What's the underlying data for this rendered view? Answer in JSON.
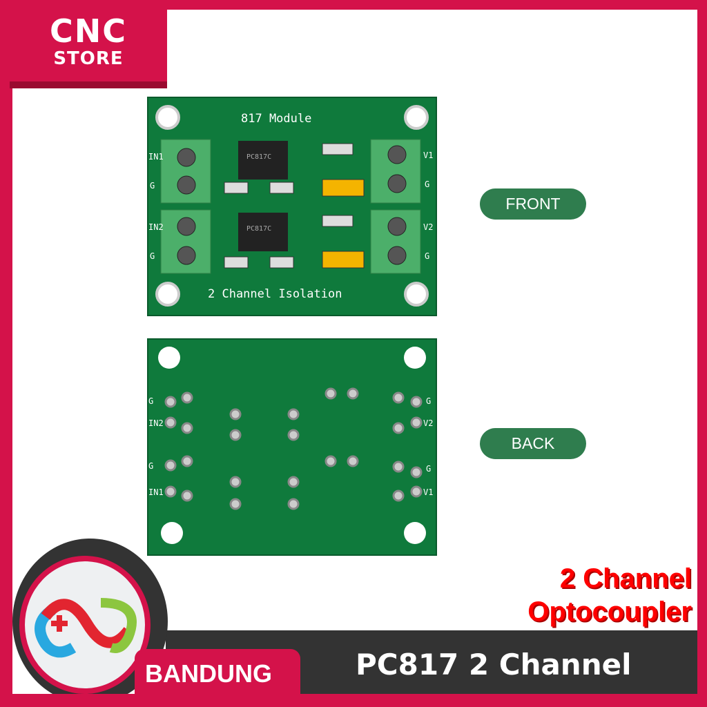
{
  "brand": {
    "line1": "CNC",
    "line2": "STORE"
  },
  "pcb_front": {
    "title": "817 Module",
    "subtitle": "2 Channel Isolation",
    "chips": [
      "PC817C",
      "PC817C"
    ],
    "labels_left": [
      "IN1",
      "G",
      "IN2",
      "G"
    ],
    "labels_right": [
      "V1",
      "G",
      "V2",
      "G"
    ]
  },
  "pcb_back": {
    "labels_left": [
      "G",
      "IN2",
      "G",
      "IN1"
    ],
    "labels_right": [
      "G",
      "V2",
      "G",
      "V1"
    ]
  },
  "front_label": "FRONT",
  "back_label": "BACK",
  "headline": {
    "line1": "2 Channel",
    "line2": "Optocoupler"
  },
  "product_name": "PC817 2 Channel",
  "location": "BANDUNG",
  "colors": {
    "frame": "#d4124a",
    "pcb": "#0f7a3c",
    "pill": "#2f7d4e",
    "headline": "#ff0000",
    "bar": "#333333"
  }
}
